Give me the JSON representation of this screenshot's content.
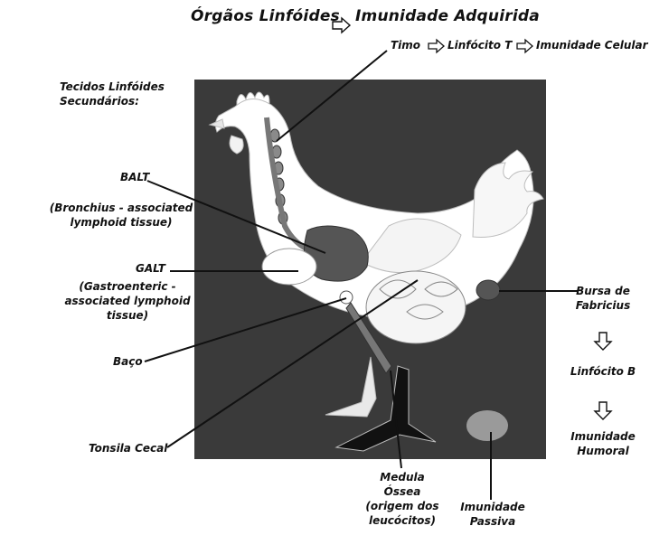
{
  "title": {
    "left": "Órgãos Linfóides",
    "right": "Imunidade Adquirida"
  },
  "thymus_chain": {
    "timo": "Timo",
    "linfocito_t": "Linfócito T",
    "imunidade_celular": "Imunidade Celular"
  },
  "secondary_tissues": {
    "line1": "Tecidos Linfóides",
    "line2": "Secundários:"
  },
  "balt": {
    "name": "BALT",
    "desc1": "(Bronchius - associated",
    "desc2": "lymphoid tissue)"
  },
  "galt": {
    "name": "GALT",
    "desc1": "(Gastroenteric -",
    "desc2": "associated lymphoid",
    "desc3": "tissue)"
  },
  "baco": "Baço",
  "tonsila": "Tonsila Cecal",
  "medula": {
    "line1": "Medula",
    "line2": "Óssea",
    "line3": "(origem dos",
    "line4": "leucócitos)"
  },
  "passiva": {
    "line1": "Imunidade",
    "line2": "Passiva"
  },
  "bursa_chain": {
    "bursa1": "Bursa de",
    "bursa2": "Fabricius",
    "linfocito_b": "Linfócito B",
    "humoral1": "Imunidade",
    "humoral2": "Humoral"
  },
  "icons": [
    "right-arrow-icon",
    "down-arrow-icon"
  ],
  "colors": {
    "panel": "#3a3a3a",
    "ink": "#111111",
    "organ_dark": "#555555",
    "egg": "#9a9a9a"
  }
}
